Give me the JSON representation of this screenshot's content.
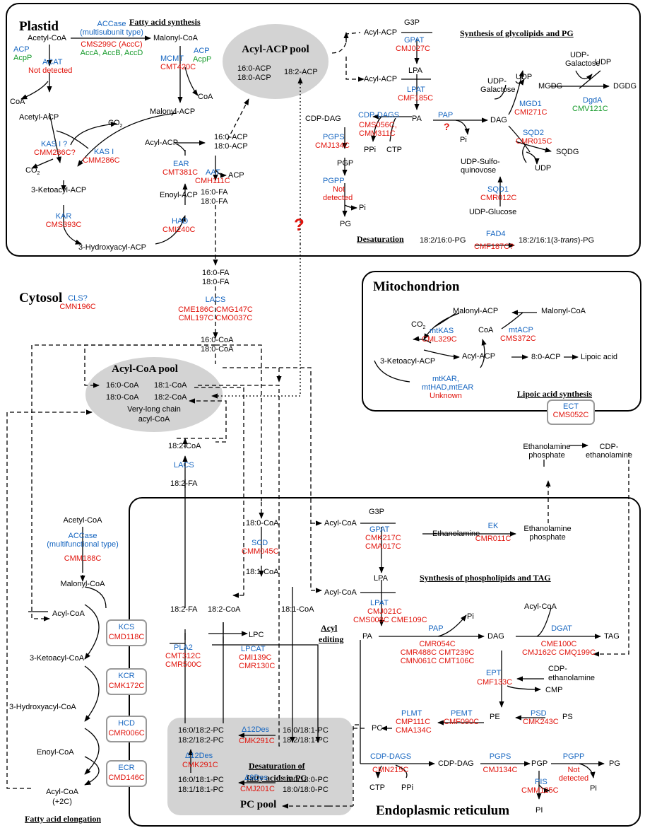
{
  "regions": {
    "plastid": "Plastid",
    "cytosol": "Cytosol",
    "mitochondrion": "Mitochondrion",
    "er": "Endoplasmic reticulum"
  },
  "sections": {
    "fa_synthesis": "Fatty acid synthesis",
    "glycolipids": "Synthesis of glycolipids and PG",
    "desaturation": "Desaturation",
    "lipoic": "Lipoic acid synthesis",
    "phospholipids": "Synthesis of phospholipids and TAG",
    "acyl_editing_1": "Acyl",
    "acyl_editing_2": "editing",
    "pc_desat_1": "Desaturation of",
    "pc_desat_2": "fatty acids in PC",
    "elongation": "Fatty acid elongation"
  },
  "pools": {
    "acyl_acp": {
      "title": "Acyl-ACP pool",
      "items": [
        "16:0-ACP",
        "18:0-ACP",
        "18:2-ACP"
      ]
    },
    "acyl_coa": {
      "title": "Acyl-CoA pool",
      "items": [
        "16:0-CoA",
        "18:0-CoA",
        "18:1-CoA",
        "18:2-CoA",
        "Very-long chain",
        "acyl-CoA"
      ]
    },
    "pc": {
      "title": "PC pool"
    }
  },
  "plastid_fas": {
    "acetyl_coa": "Acetyl-CoA",
    "accase_1": "ACCase",
    "accase_2": "(multisubunit type)",
    "accase_gene": "CMS299C (AccC)",
    "accase_sub": "AccA, AccB, AccD",
    "malonyl_coa": "Malonyl-CoA",
    "acp": "ACP",
    "acpp": "AcpP",
    "acat": "ACAT",
    "not_detected": "Not detected",
    "coa": "CoA",
    "mcmt": "MCMT",
    "mcmt_gene": "CMT420C",
    "acp2": "ACP",
    "acpp2": "AcpP",
    "coa2": "CoA",
    "acetyl_acp": "Acetyl-ACP",
    "malonyl_acp": "Malonyl-ACP",
    "co2_top": "CO",
    "co2_sub": "2",
    "kas1q": "KAS I ?",
    "cmm286cq": "CMM286C?",
    "kas1": "KAS I",
    "cmm286c": "CMM286C",
    "co2_left": "CO",
    "ketoacyl": "3-Ketoacyl-ACP",
    "kar": "KAR",
    "cms393c": "CMS393C",
    "hydroxyacyl": "3-Hydroxyacyl-ACP",
    "acyl_acp": "Acyl-ACP",
    "c160_acp": "16:0-ACP",
    "c180_acp": "18:0-ACP",
    "ear": "EAR",
    "cmt381c": "CMT381C",
    "enoyl_acp": "Enoyl-ACP",
    "had": "HAD",
    "cmi240c": "CMI240C",
    "aat": "AAT",
    "cmh111c": "CMH111C",
    "acp3": "ACP",
    "fa160": "16:0-FA",
    "fa180": "18:0-FA"
  },
  "glycolipid": {
    "g3p": "G3P",
    "acyl_acp1": "Acyl-ACP",
    "gpat": "GPAT",
    "cmj027c": "CMJ027C",
    "lpa": "LPA",
    "acyl_acp2": "Acyl-ACP",
    "lpat": "LPAT",
    "cmf185c": "CMF185C",
    "pa": "PA",
    "cdp_dag": "CDP-DAG",
    "cdp_dags": "CDP-DAGS",
    "cdp_genes1": "CMS056C,",
    "cdp_genes2": "CMM311C",
    "ppi": "PPi",
    "ctp": "CTP",
    "pap": "PAP",
    "pi": "Pi",
    "dag": "DAG",
    "pgps": "PGPS",
    "cmj134c": "CMJ134C",
    "pgp": "PGP",
    "pgpp": "PGPP",
    "nd1": "Not",
    "nd2": "detected",
    "pi2": "Pi",
    "pg": "PG",
    "udp_gal": "UDP-",
    "udp_gal2": "Galactose",
    "mgd1": "MGD1",
    "cmi271c": "CMI271C",
    "udp": "UDP",
    "mgdg": "MGDG",
    "udp_gal_b": "UDP-",
    "udp_gal_b2": "Galactose",
    "udp2": "UDP",
    "dgda": "DgdA",
    "cmv121c": "CMV121C",
    "dgdg": "DGDG",
    "sqd2": "SQD2",
    "cmr015c": "CMR015C",
    "sqdg": "SQDG",
    "udp_sq1": "UDP-Sulfo-",
    "udp_sq2": "quinovose",
    "udp3": "UDP",
    "sqd1": "SQD1",
    "cmr012c": "CMR012C",
    "udp_glc": "UDP-Glucose",
    "desat_sub": "18:2/16:0-PG",
    "fad4": "FAD4",
    "cmf187c": "CMF187C?",
    "desat_prod_a": "18:2/16:1(3-",
    "desat_prod_i": "trans",
    "desat_prod_b": ")-PG"
  },
  "cytosol": {
    "fa160": "16:0-FA",
    "fa180": "18:0-FA",
    "lacs": "LACS",
    "lacs_g1": "CME186C CMG147C",
    "lacs_g2": "CML197C CMO037C",
    "coa160": "16:0-CoA",
    "coa180": "18:0-CoA",
    "cls": "CLS?",
    "cmn196c": "CMN196C",
    "coa182": "18:2-CoA",
    "lacs2": "LACS",
    "fa182": "18:2-FA"
  },
  "mito": {
    "malonyl_acp": "Malonyl-ACP",
    "malonyl_coa": "Malonyl-CoA",
    "co2": "CO",
    "coa": "CoA",
    "mtacp": "mtACP",
    "cms372c": "CMS372C",
    "mtkas": "mtKAS",
    "cml329c": "CML329C",
    "acyl_acp": "Acyl-ACP",
    "c8acp": "8:0-ACP",
    "lipoic": "Lipoic acid",
    "ketoacyl": "3-Ketoacyl-ACP",
    "mtkar1": "mtKAR,",
    "mtkar2": "mtHAD,mtEAR",
    "unknown": "Unknown"
  },
  "ect": {
    "name": "ECT",
    "gene": "CMS052C"
  },
  "etn": {
    "etn_p1": "Ethanolamine",
    "etn_p2": "phosphate",
    "cdp_e1": "CDP-",
    "cdp_e2": "ethanolamine"
  },
  "elong": {
    "acetyl_coa": "Acetyl-CoA",
    "accase": "ACCase",
    "accase2": "(multifunctional type)",
    "cmm188c": "CMM188C",
    "malonyl_coa": "Malonyl-CoA",
    "acyl_coa": "Acyl-CoA",
    "ketoacyl": "3-Ketoacyl-CoA",
    "hydroxyacyl": "3-Hydroxyacyl-CoA",
    "enoyl": "Enoyl-CoA",
    "acyl_coa2": "Acyl-CoA",
    "plus2c": "(+2C)",
    "kcs": "KCS",
    "cmd118c": "CMD118C",
    "kcr": "KCR",
    "cmk172c": "CMK172C",
    "hcd": "HCD",
    "cmr006c": "CMR006C",
    "ecr": "ECR",
    "cmd146c": "CMD146C"
  },
  "er": {
    "coa180": "18:0-CoA",
    "scd": "SCD",
    "cmm045c": "CMM045C",
    "coa181": "18:1-CoA",
    "coa181b": "18:1-CoA",
    "fa182": "18:2-FA",
    "coa182": "18:2-CoA",
    "lpc": "LPC",
    "pla2": "PLA2",
    "pla2_g1": "CMT312C",
    "pla2_g2": "CMR500C",
    "lpcat": "LPCAT",
    "lpcat_g1": "CMI139C",
    "lpcat_g2": "CMR130C",
    "pc_a1": "16:0/18:2-PC",
    "pc_a2": "18:2/18:2-PC",
    "d12": "Δ12Des",
    "cmk291c": "CMK291C",
    "pc_b1": "16:0/18:1-PC",
    "pc_b2": "18:2/18:1-PC",
    "d12b": "Δ12Des",
    "cmk291c_b": "CMK291C",
    "pc_c1": "16:0/18:1-PC",
    "pc_c2": "18:1/18:1-PC",
    "d9": "Δ9Des",
    "cmj201c": "CMJ201C",
    "pc_d1": "16:0/18:0-PC",
    "pc_d2": "18:0/18:0-PC",
    "g3p": "G3P",
    "acyl_coa1": "Acyl-CoA",
    "gpat": "GPAT",
    "gpat_g1": "CMK217C",
    "gpat_g2": "CMA017C",
    "lpa": "LPA",
    "acyl_coa2": "Acyl-CoA",
    "lpat": "LPAT",
    "lpat_g1": "CMJ021C",
    "lpat_g2": "CMS008C  CME109C",
    "ethanolamine": "Ethanolamine",
    "ek": "EK",
    "cmr011c": "CMR011C",
    "etn_p1": "Ethanolamine",
    "etn_p2": "phosphate",
    "pa": "PA",
    "pi": "Pi",
    "pap": "PAP",
    "pap_g1": "CMR054C",
    "pap_g2": "CMR488C  CMT239C",
    "pap_g3": "CMN061C  CMT106C",
    "dag": "DAG",
    "acyl_coa3": "Acyl-CoA",
    "dgat": "DGAT",
    "dgat_g1": "CME100C",
    "dgat_g2": "CMJ162C  CMQ199C",
    "tag": "TAG",
    "ept": "EPT",
    "cmf133c": "CMF133C",
    "cdp_e1": "CDP-",
    "cdp_e2": "ethanolamine",
    "cmp": "CMP",
    "pc": "PC",
    "plmt": "PLMT",
    "plmt_g1": "CMP111C",
    "plmt_g2": "CMA134C",
    "pemt": "PEMT",
    "cmf090c": "CMF090C",
    "pe": "PE",
    "psd": "PSD",
    "cmk243c": "CMK243C",
    "ps": "PS",
    "cdp_dags": "CDP-DAGS",
    "cmn215c": "CMN215C",
    "cdp_dag": "CDP-DAG",
    "ctp": "CTP",
    "ppi": "PPi",
    "pgps": "PGPS",
    "cmj134c": "CMJ134C",
    "pgp": "PGP",
    "pgpp": "PGPP",
    "nd1": "Not",
    "nd2": "detected",
    "pg": "PG",
    "pis": "PIS",
    "cmm125c": "CMM125C",
    "pi2": "Pi",
    "pi3": "PI"
  },
  "question_marks": {
    "big": "?",
    "pap_q": "?"
  },
  "colors": {
    "enzyme": "#1565C0",
    "gene": "#E0120A",
    "subunit": "#159A2A",
    "pool": "#D3D3D3",
    "box_border": "#999999"
  }
}
